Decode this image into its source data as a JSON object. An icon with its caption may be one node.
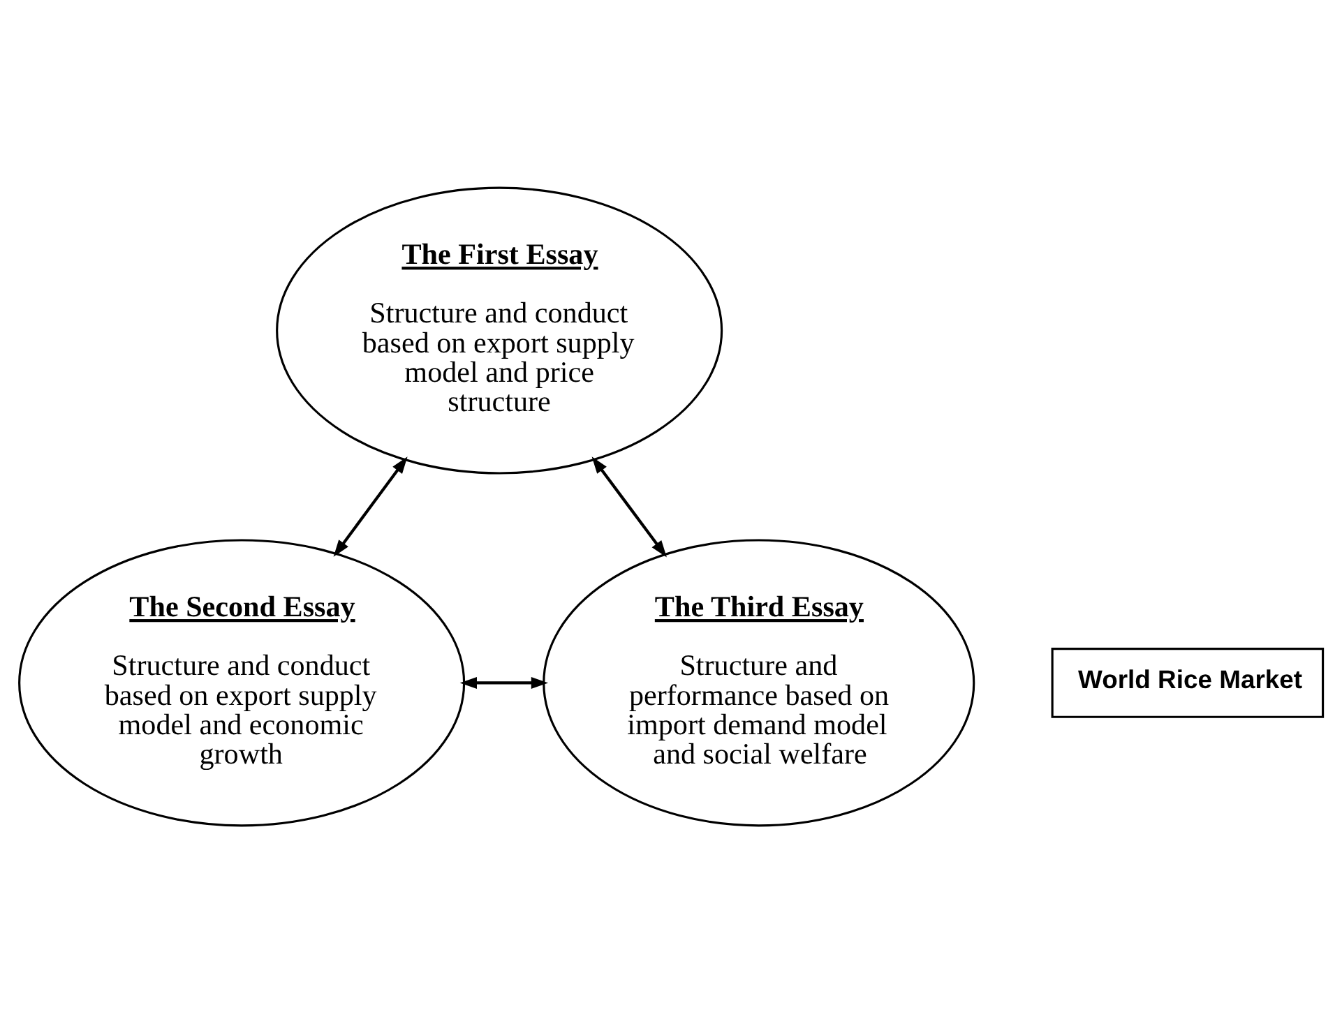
{
  "diagram": {
    "nodes": [
      {
        "text": [
          "The First Essay",
          "Structure and conduct based on export supply model and price structure"
        ]
      },
      {
        "text": [
          "World Rice Market"
        ]
      },
      {
        "text": [
          "The Second Essay",
          "Structure and conduct based on export supply model and economic growth"
        ]
      },
      {
        "text": [
          "The Third Essay",
          "Structure and performance based on import demand model and social welfare"
        ]
      }
    ],
    "edges": [
      {
        "from": 0,
        "to": 2,
        "arrow": "both"
      },
      {
        "from": 0,
        "to": 3,
        "arrow": "both"
      },
      {
        "from": 2,
        "to": 3,
        "arrow": "both"
      }
    ]
  }
}
